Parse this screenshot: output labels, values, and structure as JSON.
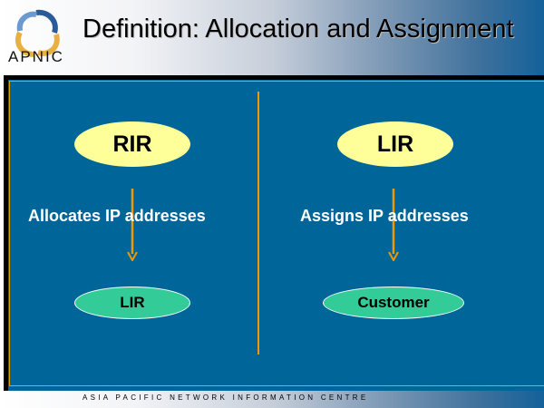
{
  "header": {
    "title": "Definition: Allocation and Assignment",
    "logo_text": "APNIC"
  },
  "left": {
    "top_node": "RIR",
    "action": "Allocates IP addresses",
    "bottom_node": "LIR"
  },
  "right": {
    "top_node": "LIR",
    "action": "Assigns IP addresses",
    "bottom_node": "Customer"
  },
  "footer": {
    "text": "ASIA PACIFIC NETWORK INFORMATION CENTRE"
  },
  "colors": {
    "panel": "#006699",
    "top_node": "#ffff99",
    "bottom_node": "#33cc99",
    "arrow": "#f39800"
  }
}
